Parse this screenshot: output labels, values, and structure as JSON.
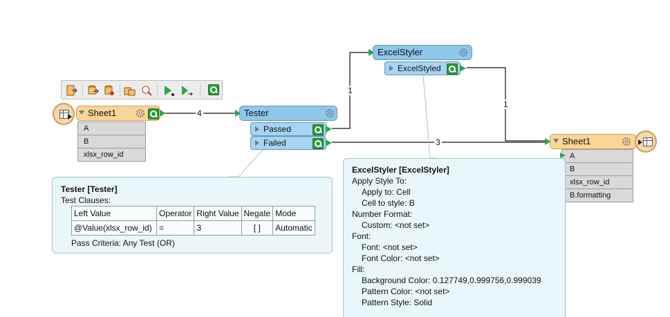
{
  "toolbar": {
    "buttons": [
      "reader-icon",
      "add-reader-icon",
      "add-dataset-icon",
      "feature-types-icon",
      "inspect-icon",
      "run-icon",
      "run-to-here-icon",
      "inspector-icon"
    ]
  },
  "sheet_reader": {
    "name": "Sheet1",
    "attributes": [
      "A",
      "B",
      "xlsx_row_id"
    ],
    "output_count": "4"
  },
  "tester": {
    "name": "Tester",
    "ports": [
      "Passed",
      "Failed"
    ],
    "passed_count": "1",
    "failed_count": "3"
  },
  "excel_styler": {
    "name": "ExcelStyler",
    "port": "ExcelStyled",
    "output_count": "1"
  },
  "sheet_writer": {
    "name": "Sheet1",
    "attributes": [
      "A",
      "B",
      "xlsx_row_id",
      "B.formatting"
    ]
  },
  "tester_annotation": {
    "title": "Tester [Tester]",
    "subtitle": "Test Clauses:",
    "columns": [
      "Left Value",
      "Operator",
      "Right Value",
      "Negate",
      "Mode"
    ],
    "row": [
      "@Value(xlsx_row_id)",
      "=",
      "3",
      "[ ]",
      "Automatic"
    ],
    "footer": "Pass Criteria: Any Test (OR)"
  },
  "styler_annotation": {
    "title": "ExcelStyler [ExcelStyler]",
    "lines": [
      "Apply Style To:",
      "Apply to: Cell",
      "Cell to style: B",
      "Number Format:",
      "Custom: <not set>",
      "Font:",
      "Font: <not set>",
      "Font Color: <not set>",
      "Fill:",
      "Background Color: 0.127749,0.999756,0.999039",
      "Pattern Color: <not set>",
      "Pattern Style: Solid"
    ]
  },
  "colors": {
    "transformer": "#8fc7ea",
    "reader": "#fbd595",
    "port": "#2ea64a",
    "annotation": "#e9f6fa"
  }
}
